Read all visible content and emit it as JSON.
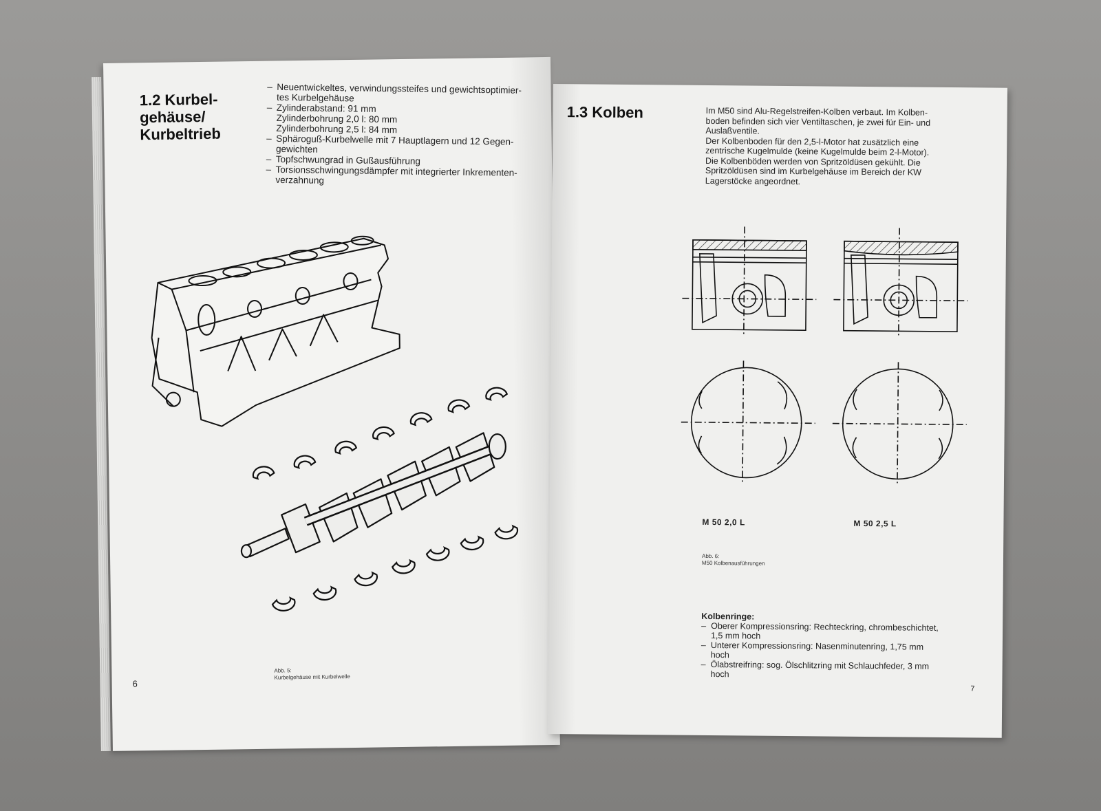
{
  "left_page": {
    "heading": [
      "1.2 Kurbel-",
      "gehäuse/",
      "Kurbeltrieb"
    ],
    "bullets": [
      {
        "type": "bullet",
        "text": "Neuentwickeltes, verwindungssteifes und gewichtsoptimier-"
      },
      {
        "type": "cont",
        "text": "tes Kurbelgehäuse"
      },
      {
        "type": "bullet",
        "text": "Zylinderabstand: 91 mm"
      },
      {
        "type": "cont",
        "text": "Zylinderbohrung 2,0 l: 80 mm"
      },
      {
        "type": "cont",
        "text": "Zylinderbohrung 2,5 l: 84 mm"
      },
      {
        "type": "bullet",
        "text": "Sphäroguß-Kurbelwelle mit 7 Hauptlagern und 12 Gegen-"
      },
      {
        "type": "cont",
        "text": "gewichten"
      },
      {
        "type": "bullet",
        "text": "Topfschwungrad in Gußausführung"
      },
      {
        "type": "bullet",
        "text": "Torsionsschwingungsdämpfer mit integrierter Inkrementen-"
      },
      {
        "type": "cont",
        "text": "verzahnung"
      }
    ],
    "caption": [
      "Abb. 5:",
      "Kurbelgehäuse mit Kurbelwelle"
    ],
    "page_number": "6"
  },
  "right_page": {
    "heading": "1.3 Kolben",
    "intro": [
      "Im M50 sind Alu-Regelstreifen-Kolben verbaut. Im Kolben-",
      "boden befinden sich vier Ventiltaschen, je zwei für Ein- und",
      "Auslaßventile.",
      "Der Kolbenboden für den 2,5-l-Motor hat zusätzlich eine",
      "zentrische Kugelmulde (keine Kugelmulde beim 2-l-Motor).",
      "Die Kolbenböden werden von Spritzöldüsen gekühlt. Die",
      "Spritzöldüsen sind im Kurbelgehäuse im Bereich der KW",
      "Lagerstöcke angeordnet."
    ],
    "piston_labels": [
      "M 50 2,0 L",
      "M 50 2,5 L"
    ],
    "caption": [
      "Abb. 6:",
      "M50 Kolbenausführungen"
    ],
    "rings_title": "Kolbenringe:",
    "rings": [
      {
        "line1": "Oberer Kompressionsring: Rechteckring, chrombeschichtet,",
        "line2": "1,5 mm hoch"
      },
      {
        "line1": "Unterer Kompressionsring: Nasenminutenring, 1,75 mm",
        "line2": "hoch"
      },
      {
        "line1": "Ölabstreifring: sog. Ölschlitzring mit Schlauchfeder, 3 mm",
        "line2": "hoch"
      }
    ],
    "page_number": "7"
  }
}
